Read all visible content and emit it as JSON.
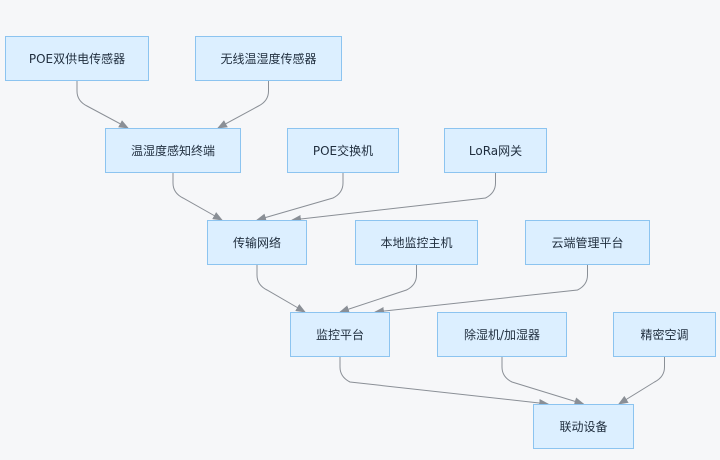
{
  "diagram": {
    "nodes": {
      "poe_sensor": "POE双供电传感器",
      "wireless_sensor": "无线温湿度传感器",
      "terminal": "温湿度感知终端",
      "poe_switch": "POE交换机",
      "lora_gateway": "LoRa网关",
      "network": "传输网络",
      "local_host": "本地监控主机",
      "cloud": "云端管理平台",
      "platform": "监控平台",
      "dehumidifier": "除湿机/加湿器",
      "ac": "精密空调",
      "linkage": "联动设备"
    },
    "edges": [
      [
        "poe_sensor",
        "terminal"
      ],
      [
        "wireless_sensor",
        "terminal"
      ],
      [
        "terminal",
        "network"
      ],
      [
        "poe_switch",
        "network"
      ],
      [
        "lora_gateway",
        "network"
      ],
      [
        "network",
        "platform"
      ],
      [
        "local_host",
        "platform"
      ],
      [
        "cloud",
        "platform"
      ],
      [
        "platform",
        "linkage"
      ],
      [
        "dehumidifier",
        "linkage"
      ],
      [
        "ac",
        "linkage"
      ]
    ]
  }
}
